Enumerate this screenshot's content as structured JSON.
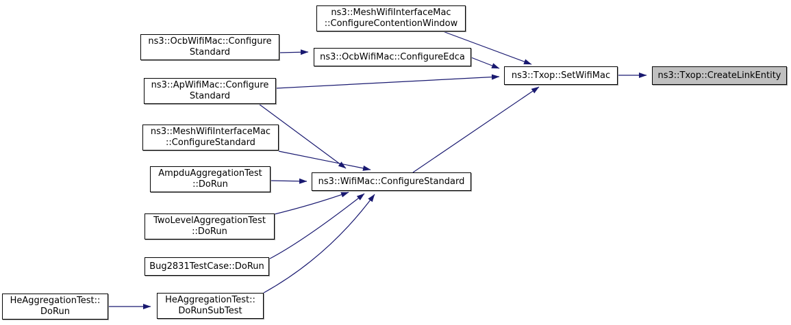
{
  "colors": {
    "background": "#ffffff",
    "edge": "#191970",
    "node_border": "#000000",
    "node_fill": "#ffffff",
    "highlight_fill": "#c0c0c0",
    "text": "#000000"
  },
  "nodes": [
    {
      "id": "mesh-configure-contention-window",
      "label": "ns3::MeshWifiInterfaceMac\n::ConfigureContentionWindow",
      "highlighted": false
    },
    {
      "id": "ocb-configure-standard",
      "label": "ns3::OcbWifiMac::Configure\nStandard",
      "highlighted": false
    },
    {
      "id": "ocb-configure-edca",
      "label": "ns3::OcbWifiMac::ConfigureEdca",
      "highlighted": false
    },
    {
      "id": "txop-set-wifi-mac",
      "label": "ns3::Txop::SetWifiMac",
      "highlighted": false
    },
    {
      "id": "txop-create-link-entity",
      "label": "ns3::Txop::CreateLinkEntity",
      "highlighted": true
    },
    {
      "id": "ap-configure-standard",
      "label": "ns3::ApWifiMac::Configure\nStandard",
      "highlighted": false
    },
    {
      "id": "mesh-configure-standard",
      "label": "ns3::MeshWifiInterfaceMac\n::ConfigureStandard",
      "highlighted": false
    },
    {
      "id": "ampdu-aggregation-test-dorun",
      "label": "AmpduAggregationTest\n::DoRun",
      "highlighted": false
    },
    {
      "id": "wifimac-configure-standard",
      "label": "ns3::WifiMac::ConfigureStandard",
      "highlighted": false
    },
    {
      "id": "two-level-aggregation-test-dorun",
      "label": "TwoLevelAggregationTest\n::DoRun",
      "highlighted": false
    },
    {
      "id": "bug2831-testcase-dorun",
      "label": "Bug2831TestCase::DoRun",
      "highlighted": false
    },
    {
      "id": "he-aggregation-test-dorun",
      "label": "HeAggregationTest::\nDoRun",
      "highlighted": false
    },
    {
      "id": "he-aggregation-test-dorunsubtest",
      "label": "HeAggregationTest::\nDoRunSubTest",
      "highlighted": false
    }
  ],
  "edges": [
    {
      "from": "mesh-configure-contention-window",
      "to": "txop-set-wifi-mac"
    },
    {
      "from": "ocb-configure-standard",
      "to": "ocb-configure-edca"
    },
    {
      "from": "ocb-configure-edca",
      "to": "txop-set-wifi-mac"
    },
    {
      "from": "ap-configure-standard",
      "to": "txop-set-wifi-mac"
    },
    {
      "from": "txop-set-wifi-mac",
      "to": "txop-create-link-entity"
    },
    {
      "from": "wifimac-configure-standard",
      "to": "txop-set-wifi-mac"
    },
    {
      "from": "ap-configure-standard",
      "to": "wifimac-configure-standard"
    },
    {
      "from": "mesh-configure-standard",
      "to": "wifimac-configure-standard"
    },
    {
      "from": "ampdu-aggregation-test-dorun",
      "to": "wifimac-configure-standard"
    },
    {
      "from": "two-level-aggregation-test-dorun",
      "to": "wifimac-configure-standard"
    },
    {
      "from": "bug2831-testcase-dorun",
      "to": "wifimac-configure-standard"
    },
    {
      "from": "he-aggregation-test-dorunsubtest",
      "to": "wifimac-configure-standard"
    },
    {
      "from": "he-aggregation-test-dorun",
      "to": "he-aggregation-test-dorunsubtest"
    }
  ]
}
